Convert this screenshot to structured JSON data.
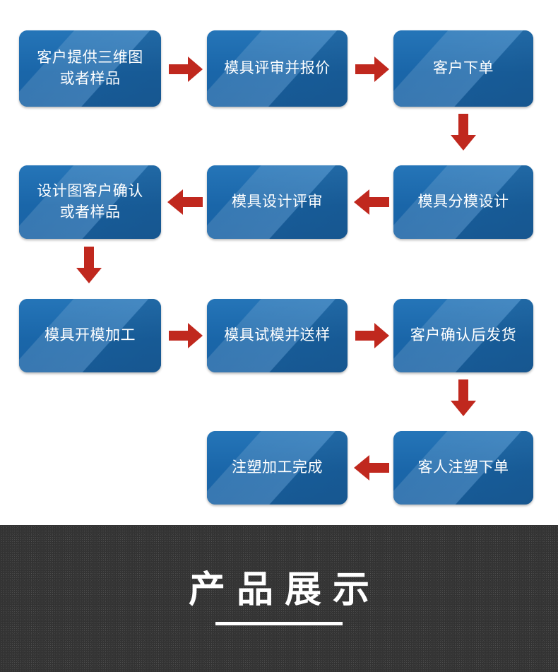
{
  "flow": {
    "title": "mould production flow chart",
    "box_color": "#1d6cb0",
    "arrow_color": "#c0281e",
    "nodes": [
      {
        "id": "n1",
        "label": "客户提供三维图\n或者样品",
        "col": 1,
        "row": 1
      },
      {
        "id": "n2",
        "label": "模具评审并报价",
        "col": 2,
        "row": 1
      },
      {
        "id": "n3",
        "label": "客户下单",
        "col": 3,
        "row": 1
      },
      {
        "id": "n4",
        "label": "设计图客户确认\n或者样品",
        "col": 1,
        "row": 2
      },
      {
        "id": "n5",
        "label": "模具设计评审",
        "col": 2,
        "row": 2
      },
      {
        "id": "n6",
        "label": "模具分模设计",
        "col": 3,
        "row": 2
      },
      {
        "id": "n7",
        "label": "模具开模加工",
        "col": 1,
        "row": 3
      },
      {
        "id": "n8",
        "label": "模具试模并送样",
        "col": 2,
        "row": 3
      },
      {
        "id": "n9",
        "label": "客户确认后发货",
        "col": 3,
        "row": 3
      },
      {
        "id": "n10",
        "label": "注塑加工完成",
        "col": 2,
        "row": 4
      },
      {
        "id": "n11",
        "label": "客人注塑下单",
        "col": 3,
        "row": 4
      }
    ],
    "arrows": [
      {
        "id": "a1",
        "from": "n1",
        "to": "n2",
        "direction": "right"
      },
      {
        "id": "a2",
        "from": "n2",
        "to": "n3",
        "direction": "right"
      },
      {
        "id": "a3",
        "from": "n3",
        "to": "n6",
        "direction": "down"
      },
      {
        "id": "a4",
        "from": "n6",
        "to": "n5",
        "direction": "left"
      },
      {
        "id": "a5",
        "from": "n5",
        "to": "n4",
        "direction": "left"
      },
      {
        "id": "a6",
        "from": "n4",
        "to": "n7",
        "direction": "down"
      },
      {
        "id": "a7",
        "from": "n7",
        "to": "n8",
        "direction": "right"
      },
      {
        "id": "a8",
        "from": "n8",
        "to": "n9",
        "direction": "right"
      },
      {
        "id": "a9",
        "from": "n9",
        "to": "n11",
        "direction": "down"
      },
      {
        "id": "a10",
        "from": "n11",
        "to": "n10",
        "direction": "left"
      }
    ]
  },
  "banner": {
    "title": "产品展示",
    "background_color": "#343434",
    "text_color": "#ffffff"
  }
}
